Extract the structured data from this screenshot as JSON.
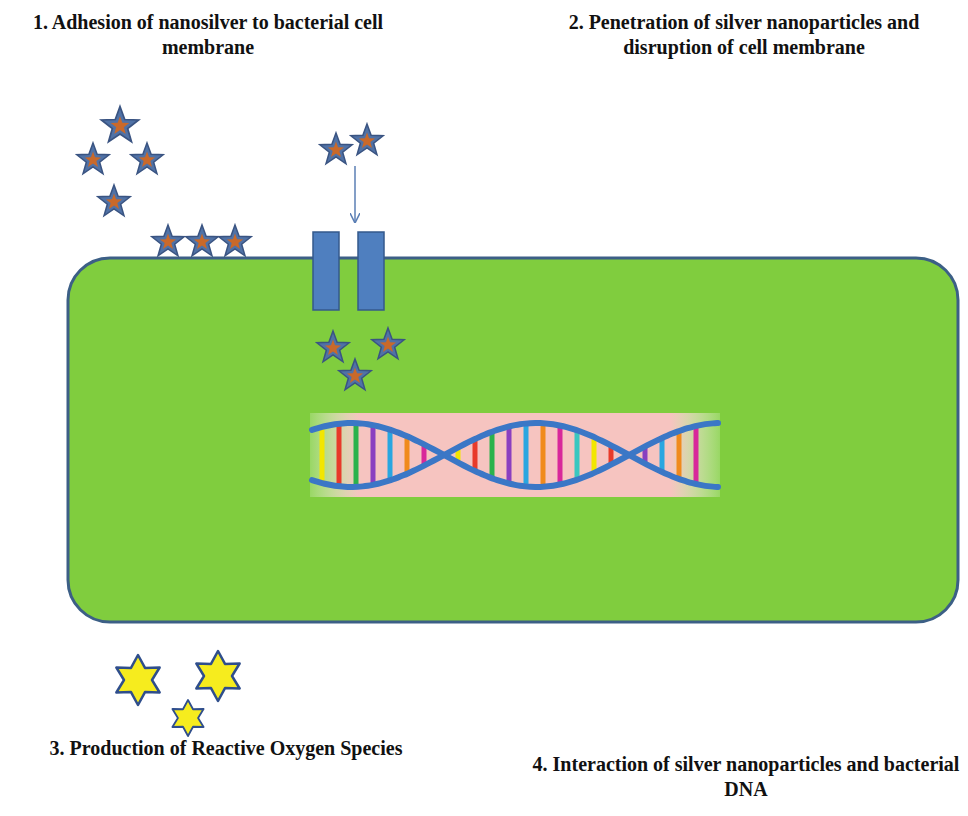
{
  "diagram": {
    "labels": [
      "1. Adhesion of nanosilver to bacterial cell membrane",
      "2. Penetration of silver nanoparticles and disruption of cell membrane",
      "3. Production of Reactive Oxygen Species",
      "4. Interaction of silver nanoparticles and bacterial DNA"
    ]
  }
}
